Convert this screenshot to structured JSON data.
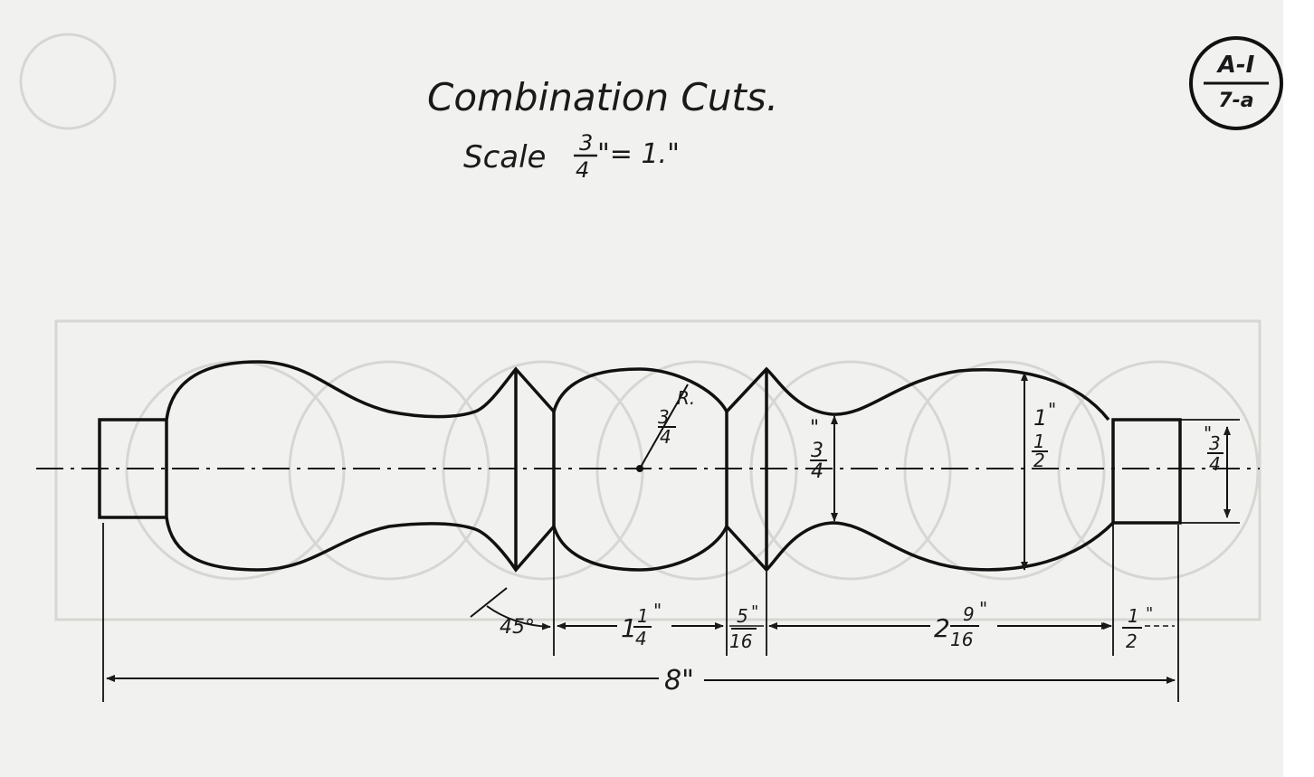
{
  "title": {
    "line1": "Combination Cuts.",
    "scale_prefix": "Scale",
    "scale_num": "3",
    "scale_den": "4",
    "scale_suffix": "\"= 1.\""
  },
  "badge": {
    "top": "A-I",
    "bottom": "7-a"
  },
  "dimensions": {
    "angle": "45°",
    "radius_num": "3",
    "radius_den": "4",
    "radius_suffix": "R.",
    "neck_num": "3",
    "neck_den": "4",
    "neck_inch": "\"",
    "bulb_whole": "1",
    "bulb_num": "1",
    "bulb_den": "2",
    "bulb_inch": "\"",
    "end_num": "3",
    "end_den": "4",
    "end_inch": "\"",
    "seg1_whole": "1",
    "seg1_num": "1",
    "seg1_den": "4",
    "seg1_inch": "\"",
    "seg2_num": "5",
    "seg2_den": "16",
    "seg2_inch": "\"",
    "seg3_whole": "2",
    "seg3_num": "9",
    "seg3_den": "16",
    "seg3_inch": "\"",
    "seg4_num": "1",
    "seg4_den": "2",
    "seg4_inch": "\"",
    "overall": "8\""
  }
}
